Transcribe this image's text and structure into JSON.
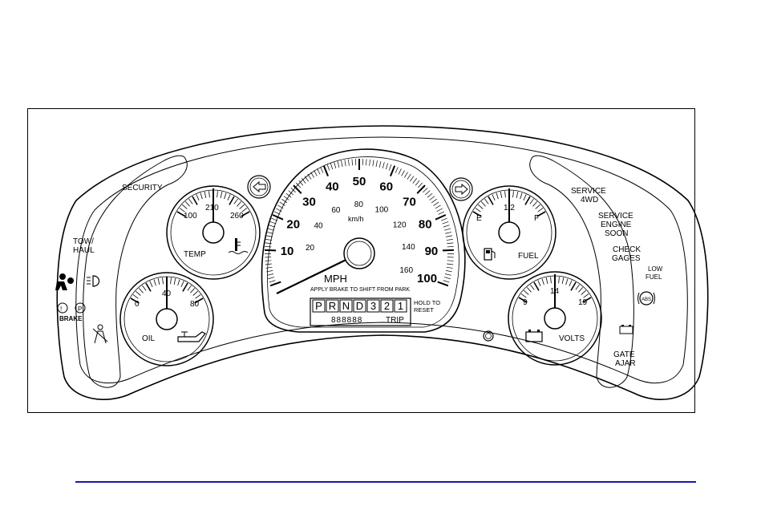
{
  "indicators_left": {
    "security": "SECURITY",
    "tow_haul": [
      "TOW/",
      "HAUL"
    ],
    "brake": "BRAKE"
  },
  "temp_gauge": {
    "label": "TEMP",
    "ticks": [
      "100",
      "210",
      "260"
    ]
  },
  "oil_gauge": {
    "label": "OIL",
    "ticks": [
      "0",
      "40",
      "80"
    ]
  },
  "speedometer": {
    "mph_ticks": [
      "10",
      "20",
      "30",
      "40",
      "50",
      "60",
      "70",
      "80",
      "90",
      "100"
    ],
    "kmh_ticks": [
      "20",
      "40",
      "60",
      "80",
      "100",
      "120",
      "140",
      "160"
    ],
    "unit": "MPH",
    "kmh_unit": "km/h",
    "notice": "APPLY BRAKE TO SHIFT FROM PARK",
    "prndl": [
      "P",
      "R",
      "N",
      "D",
      "3",
      "2",
      "1"
    ],
    "hold_reset": [
      "HOLD TO",
      "RESET"
    ],
    "odometer": "888888",
    "trip": "TRIP"
  },
  "fuel_gauge": {
    "label": "FUEL",
    "ticks": [
      "E",
      "1/2",
      "F"
    ]
  },
  "volts_gauge": {
    "label": "VOLTS",
    "ticks": [
      "9",
      "14",
      "19"
    ]
  },
  "indicators_right": {
    "service_4wd": [
      "SERVICE",
      "4WD"
    ],
    "service_engine": [
      "SERVICE",
      "ENGINE",
      "SOON"
    ],
    "check_gages": [
      "CHECK",
      "GAGES"
    ],
    "low_fuel": [
      "LOW",
      "FUEL"
    ],
    "abs": "ABS",
    "gate_ajar": [
      "GATE",
      "AJAR"
    ]
  },
  "colors": {
    "rule": "#1a1aa8",
    "ink": "#000000"
  }
}
